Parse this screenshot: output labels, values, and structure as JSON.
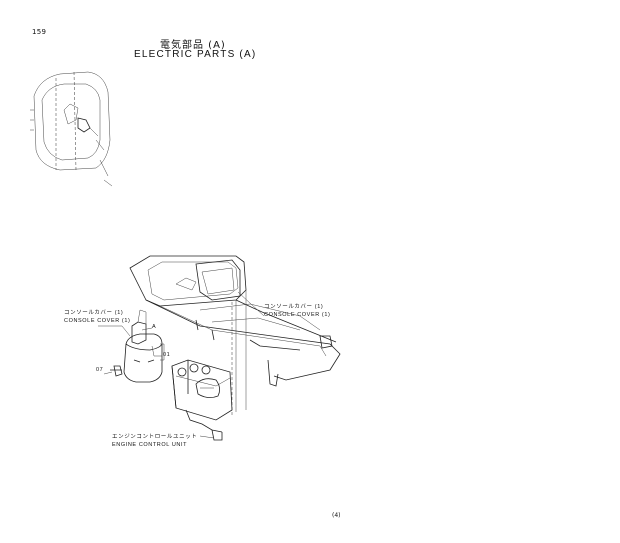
{
  "page": {
    "number": "159",
    "title_jp": "電気部品 (A)",
    "title_en": "ELECTRIC PARTS (A)",
    "footer_mark": "(4)"
  },
  "callouts": {
    "console_cover_left_jp": "コンソールカバー (1)",
    "console_cover_left_en": "CONSOLE COVER (1)",
    "console_cover_right_jp": "コンソールカバー (1)",
    "console_cover_right_en": "CONSOLE COVER (1)",
    "engine_control_jp": "エンジンコントロールユニット",
    "engine_control_en": "ENGINE CONTROL UNIT",
    "part_a": "A",
    "part_01": "01",
    "part_07": "07"
  }
}
